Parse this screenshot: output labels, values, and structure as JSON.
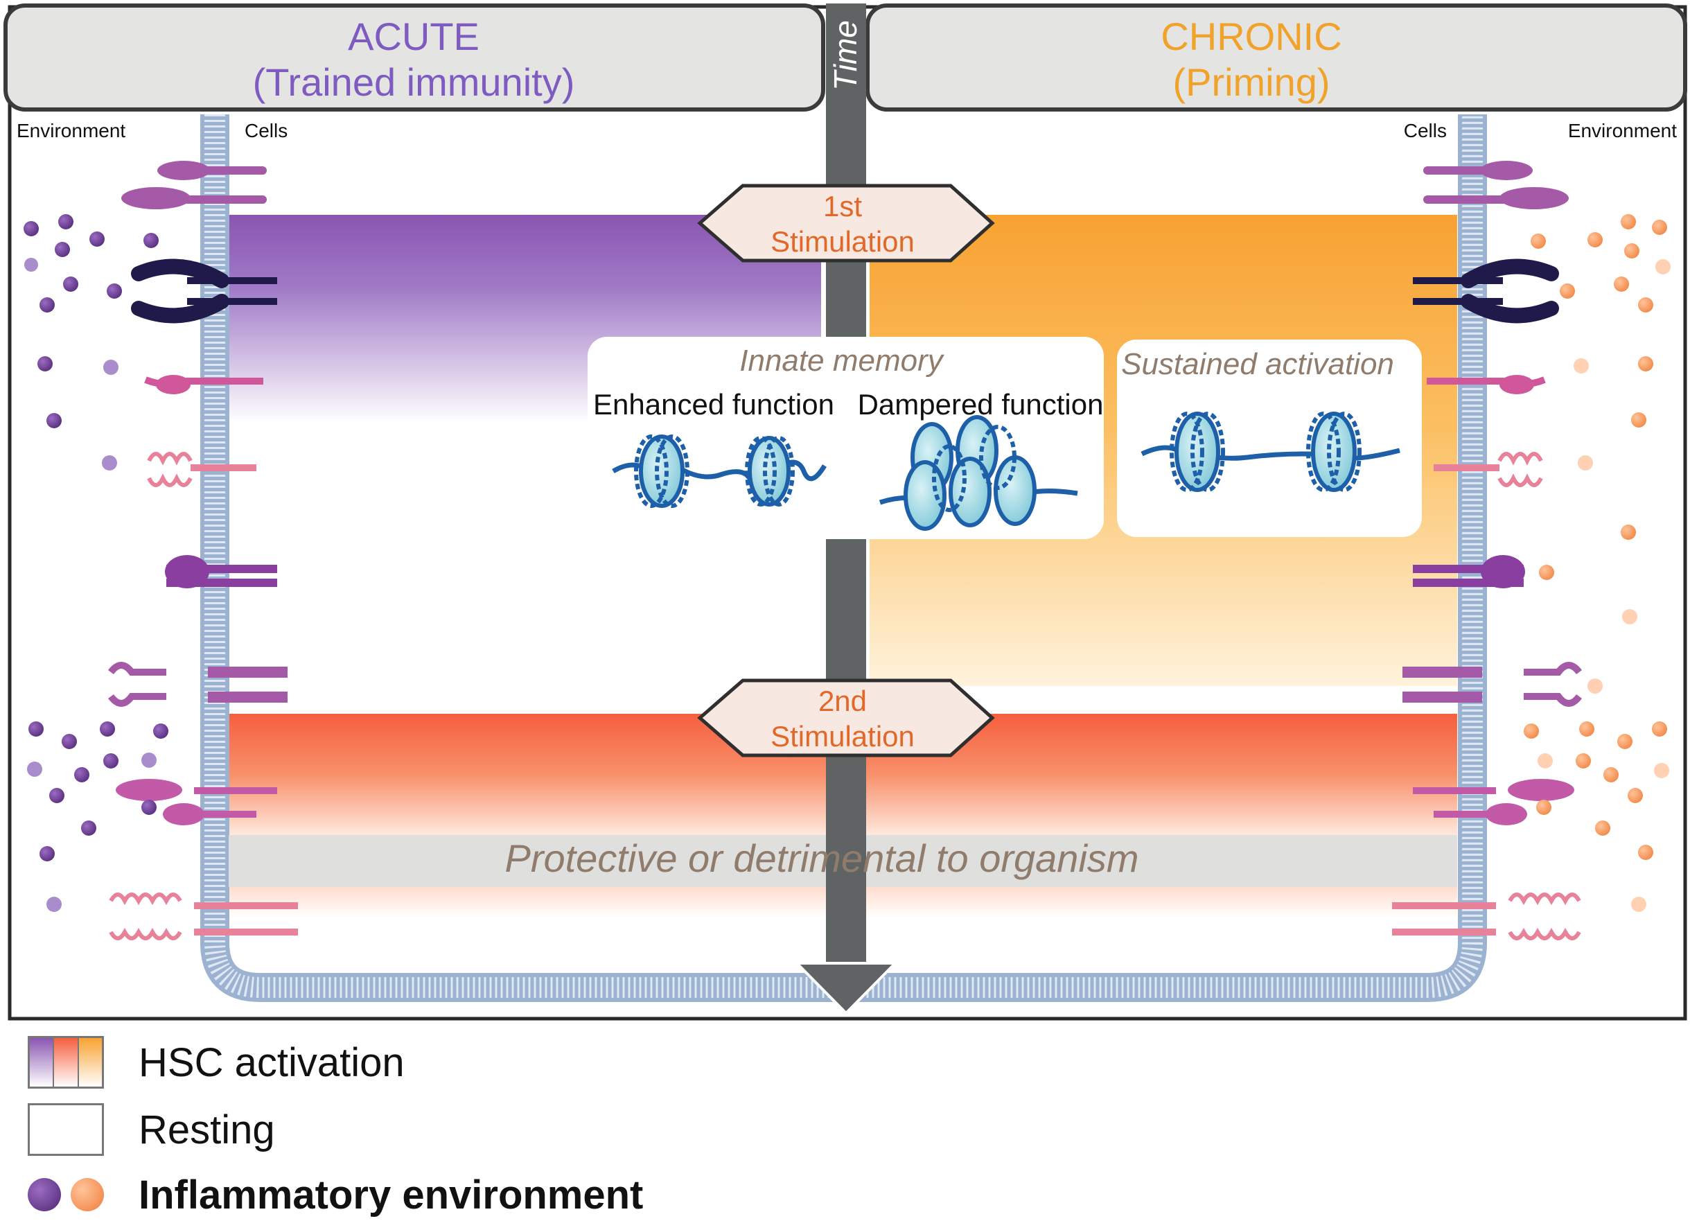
{
  "acute": {
    "title": "ACUTE",
    "subtitle": "(Trained immunity)"
  },
  "chronic": {
    "title": "CHRONIC",
    "subtitle": "(Priming)"
  },
  "time_label": "Time",
  "side_labels": {
    "env_left": "Environment",
    "cells_left": "Cells",
    "cells_right": "Cells",
    "env_right": "Environment"
  },
  "stimulation1": {
    "line1": "1st",
    "line2": "Stimulation"
  },
  "stimulation2": {
    "line1": "2nd",
    "line2": "Stimulation"
  },
  "memory_box": {
    "title": "Innate memory",
    "enhanced": "Enhanced function",
    "dampered": "Dampered function"
  },
  "sustained_box": {
    "title": "Sustained activation"
  },
  "outcome": "Protective or detrimental to organism",
  "legend": {
    "activation": "HSC activation",
    "resting": "Resting",
    "inflammatory": "Inflammatory environment"
  },
  "colors": {
    "acute": "#8a5bb5",
    "chronic": "#f5a030",
    "stim2": "#f46a45",
    "purple_dot": "#6b3a8f",
    "orange_dot": "#f49a60",
    "divider": "#5f6363"
  }
}
